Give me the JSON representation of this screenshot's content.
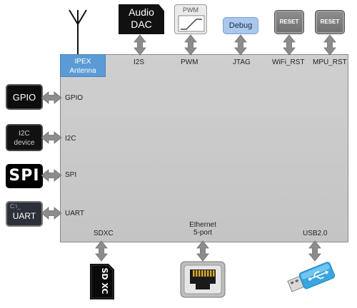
{
  "board": {
    "antenna_line1": "IPEX",
    "antenna_line2": "Antenna"
  },
  "top_labels": {
    "i2s": "I2S",
    "pwm": "PWM",
    "jtag": "JTAG",
    "wifi_rst": "WiFi_RST",
    "mpu_rst": "MPU_RST"
  },
  "top_modules": {
    "audio_line1": "Audio",
    "audio_line2": "DAC",
    "pwm_title": "PWM",
    "debug": "Debug",
    "reset1": "RESET",
    "reset2": "RESET"
  },
  "left_labels": {
    "gpio": "GPIO",
    "i2c": "I2C",
    "spi": "SPI",
    "uart": "UART"
  },
  "left_modules": {
    "gpio": "GPIO",
    "i2c_line1": "I2C",
    "i2c_line2": "device",
    "spi": "SPI",
    "uart": "UART",
    "uart_prefix": "C:\\_"
  },
  "bottom_labels": {
    "sdxc": "SDXC",
    "ethernet_line1": "Ethernet",
    "ethernet_line2": "5-port",
    "usb": "USB2.0"
  },
  "bottom_modules": {
    "sd_text": "SD XC"
  },
  "colors": {
    "board": "#c8c8c8",
    "antenna": "#5b9bd5",
    "arrow": "#8c8c8c",
    "debug": "#a9c8ec"
  }
}
